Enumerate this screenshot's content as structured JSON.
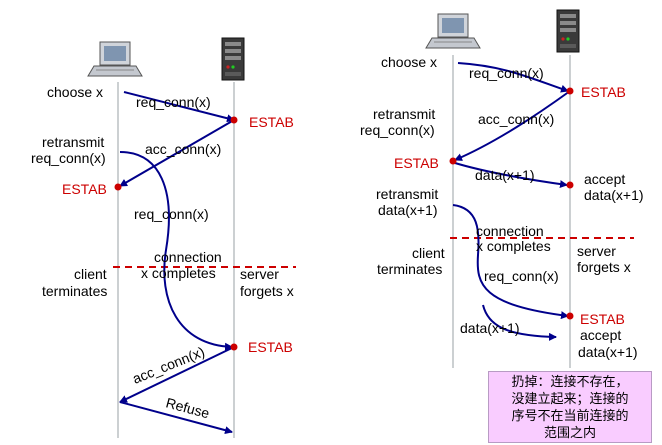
{
  "colors": {
    "arrow": "#00008b",
    "accent_red": "#cc0000",
    "dashed_line": "#cc0000",
    "timeline": "#9aa0a6",
    "note_background": "#f9ccff"
  },
  "icons": {
    "client": "laptop-icon",
    "server": "server-tower-icon"
  },
  "left_scenario": {
    "choose": "choose x",
    "req1": "req_conn(x)",
    "estab_server_1": "ESTAB",
    "retransmit_line1": "retransmit",
    "retransmit_line2": "req_conn(x)",
    "acc1": "acc_conn(x)",
    "estab_client": "ESTAB",
    "req2": "req_conn(x)",
    "connection_line1": "connection",
    "connection_line2": "x completes",
    "client_line1": "client",
    "client_line2": "terminates",
    "server_line1": "server",
    "server_line2": "forgets x",
    "estab_server_2": "ESTAB",
    "acc2": "acc_conn(x)",
    "refuse": "Refuse"
  },
  "right_scenario": {
    "choose": "choose x",
    "req1": "req_conn(x)",
    "estab_server": "ESTAB",
    "retransmit_line1": "retransmit",
    "retransmit_line2": "req_conn(x)",
    "acc": "acc_conn(x)",
    "estab_client": "ESTAB",
    "data1": "data(x+1)",
    "accept1_line1": "accept",
    "accept1_line2": "data(x+1)",
    "retransmit_data_line1": "retransmit",
    "retransmit_data_line2": "data(x+1)",
    "connection_line1": "connection",
    "connection_line2": "x completes",
    "client_line1": "client",
    "client_line2": "terminates",
    "server_line1": "server",
    "server_line2": "forgets x",
    "req2": "req_conn(x)",
    "estab_server_2": "ESTAB",
    "data2": "data(x+1)",
    "accept2_line1": "accept",
    "accept2_line2": "data(x+1)"
  },
  "note": {
    "line1": "扔掉：连接不存在，",
    "line2": "没建立起来；连接的",
    "line3": "序号不在当前连接的",
    "line4": "范围之内"
  }
}
